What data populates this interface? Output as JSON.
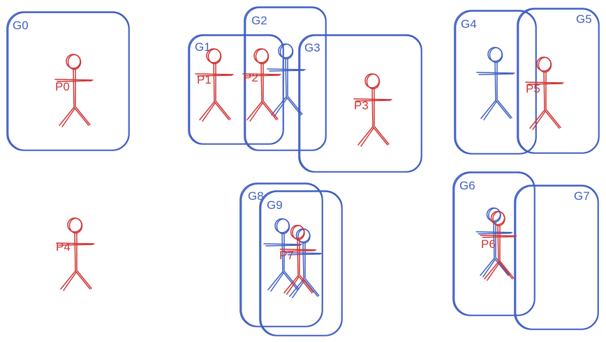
{
  "colors": {
    "group": "#3f5fc4",
    "person": "#cf3535",
    "background": "#ffffff"
  },
  "groups": [
    {
      "id": "g0",
      "label": "G0"
    },
    {
      "id": "g1",
      "label": "G1"
    },
    {
      "id": "g2",
      "label": "G2"
    },
    {
      "id": "g3",
      "label": "G3"
    },
    {
      "id": "g4",
      "label": "G4"
    },
    {
      "id": "g5",
      "label": "G5"
    },
    {
      "id": "g6",
      "label": "G6"
    },
    {
      "id": "g7",
      "label": "G7"
    },
    {
      "id": "g8",
      "label": "G8"
    },
    {
      "id": "g9",
      "label": "G9"
    }
  ],
  "people": [
    {
      "id": "p0",
      "label": "P0"
    },
    {
      "id": "p1",
      "label": "P1"
    },
    {
      "id": "p2",
      "label": "P2"
    },
    {
      "id": "p3",
      "label": "P3"
    },
    {
      "id": "p4",
      "label": "P4"
    },
    {
      "id": "p5",
      "label": "P5"
    },
    {
      "id": "p6",
      "label": "P6"
    },
    {
      "id": "p7",
      "label": "P7"
    }
  ]
}
